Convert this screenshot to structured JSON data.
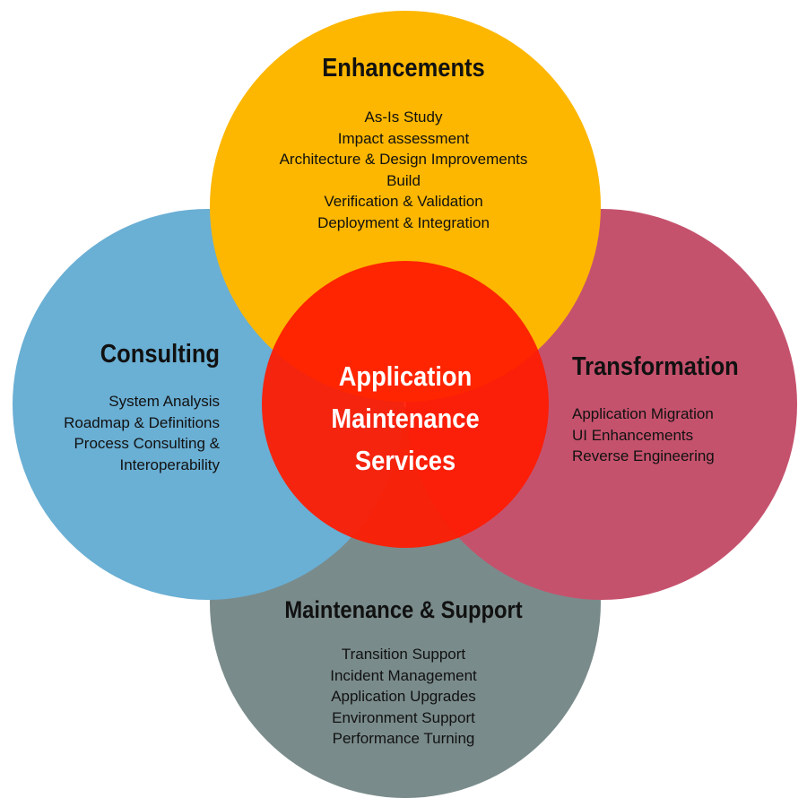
{
  "center": {
    "lines": [
      "Application",
      "Maintenance",
      "Services"
    ],
    "color": "#ff1a00"
  },
  "enhancements": {
    "title": "Enhancements",
    "items": [
      "As-Is Study",
      "Impact assessment",
      "Architecture & Design Improvements",
      "Build",
      "Verification & Validation",
      "Deployment & Integration"
    ],
    "color": "#fdb700"
  },
  "consulting": {
    "title": "Consulting",
    "items": [
      "System Analysis",
      "Roadmap & Definitions",
      "Process Consulting &",
      "Interoperability"
    ],
    "color": "#6aafd4"
  },
  "transformation": {
    "title": "Transformation",
    "items": [
      "Application Migration",
      "UI Enhancements",
      "Reverse Engineering"
    ],
    "color": "#c5526d"
  },
  "maintenance": {
    "title": "Maintenance & Support",
    "items": [
      "Transition Support",
      "Incident Management",
      "Application Upgrades",
      "Environment Support",
      "Performance Turning"
    ],
    "color": "#7a8b8b"
  }
}
